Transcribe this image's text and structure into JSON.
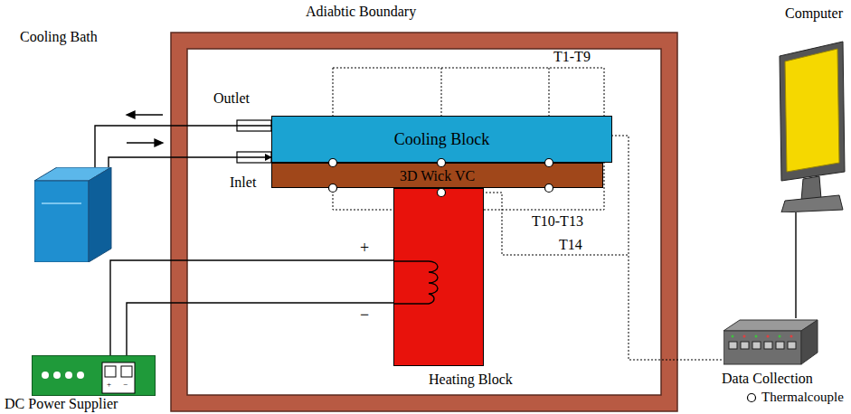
{
  "diagram": {
    "nodes": [
      {
        "text": [
          "Adiabtic Boundary"
        ]
      },
      {
        "text": [
          "Cooling Block"
        ],
        "in": 0
      },
      {
        "text": [
          "3D Wick VC"
        ],
        "in": 0
      },
      {
        "text": [
          "Heating Block"
        ],
        "in": 0
      },
      {
        "text": [
          "Cooling Bath"
        ]
      },
      {
        "text": [
          "DC Power Supplier"
        ]
      },
      {
        "text": [
          "Computer"
        ]
      },
      {
        "text": [
          "Data Collection"
        ]
      }
    ],
    "edges": [
      {
        "from": 1,
        "to": 4,
        "arrow": "to"
      },
      {
        "from": 4,
        "to": 1,
        "arrow": "to"
      },
      {
        "from": 5,
        "to": 3,
        "arrow": "none"
      },
      {
        "from": 5,
        "to": 3,
        "arrow": "none"
      },
      {
        "from": 6,
        "to": 7,
        "arrow": "none"
      }
    ],
    "labels": [
      "Outlet",
      "Inlet",
      "T1-T9",
      "T10-T13",
      "T14",
      "+",
      "−",
      "+",
      "−"
    ],
    "legend": [
      {
        "text": "Thermalcouple"
      }
    ]
  }
}
